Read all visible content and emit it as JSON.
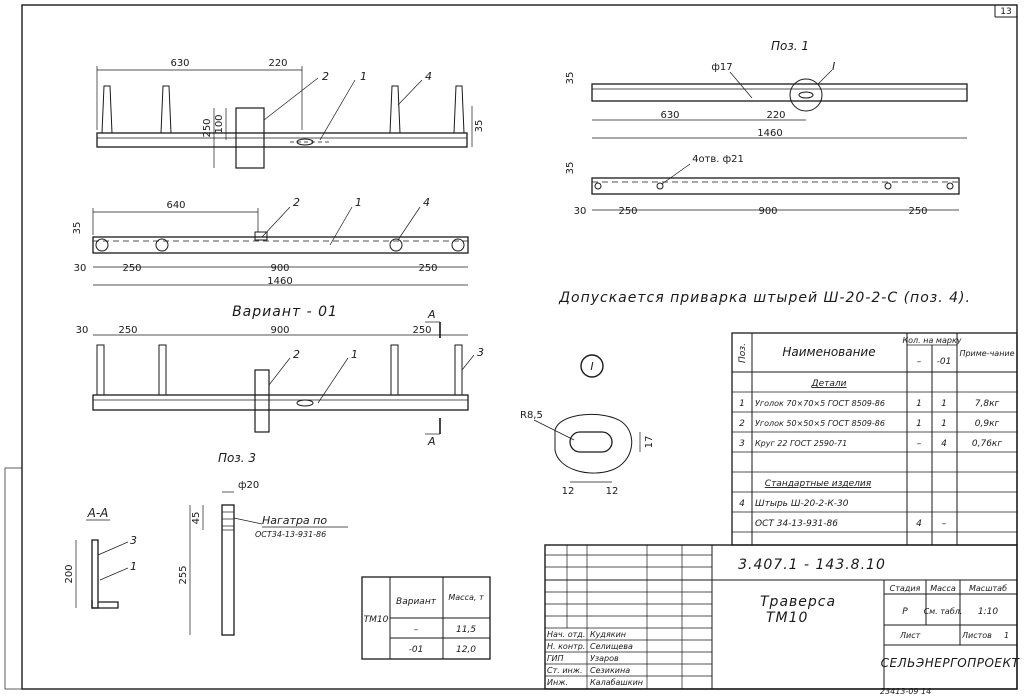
{
  "page_number": "13",
  "bottom_stamp": "23413-09   14",
  "views": {
    "front": {
      "dims": {
        "d1": "630",
        "d2": "220",
        "d3": "250",
        "d4": "100",
        "d5": "35"
      },
      "callouts": {
        "c1": "2",
        "c2": "1",
        "c3": "4"
      }
    },
    "plan": {
      "dims": {
        "d1": "640",
        "d2": "35",
        "d3": "30",
        "d4": "250",
        "d5": "900",
        "d6": "250",
        "d7": "1460"
      },
      "callouts": {
        "c1": "2",
        "c2": "1",
        "c3": "4"
      }
    },
    "variant": {
      "title": "Вариант - 01",
      "dims": {
        "d1": "30",
        "d2": "250",
        "d3": "900",
        "d4": "250"
      },
      "callouts": {
        "c1": "2",
        "c2": "1",
        "c3": "3"
      },
      "section_mark": "А"
    },
    "pos1": {
      "title": "Поз. 1",
      "dims": {
        "d1": "35",
        "d2": "ф17",
        "d3": "630",
        "d4": "220",
        "d5": "1460",
        "d6": "35",
        "d7": "4отв. ф21",
        "d8": "30",
        "d9": "250",
        "d10": "900",
        "d11": "250"
      },
      "detail_mark": "I"
    },
    "pos3": {
      "title": "Поз. 3",
      "dims": {
        "d1": "ф20",
        "d2": "45",
        "d3": "255"
      },
      "thread_note": "Нагатра по",
      "thread_std": "ОСТ34-13-931-86"
    },
    "section": {
      "title": "А-А",
      "dims": {
        "d1": "200"
      },
      "callouts": {
        "c1": "3",
        "c2": "1"
      }
    },
    "detail": {
      "mark": "I",
      "dims": {
        "d1": "R8,5",
        "d2": "17",
        "d3": "12",
        "d4": "12"
      }
    }
  },
  "note": "Допускается приварка штырей Ш-20-2-С (поз. 4).",
  "spec": {
    "headers": {
      "pos": "Поз.",
      "name": "Наименование",
      "qty": "Кол. на марку",
      "dash": "–",
      "v01": "-01",
      "remark": "Приме-чание"
    },
    "section1": "Детали",
    "section2": "Стандартные изделия",
    "rows": [
      {
        "pos": "1",
        "name": "Уголок 70×70×5 ГОСТ 8509-86",
        "q": "1",
        "q01": "1",
        "rem": "7,8кг"
      },
      {
        "pos": "2",
        "name": "Уголок 50×50×5 ГОСТ 8509-86",
        "q": "1",
        "q01": "1",
        "rem": "0,9кг"
      },
      {
        "pos": "3",
        "name": "Круг 22 ГОСТ 2590-71",
        "q": "–",
        "q01": "4",
        "rem": "0,76кг"
      }
    ],
    "std_rows": [
      {
        "pos": "4",
        "name": "Штырь Ш-20-2-К-30",
        "q": "",
        "q01": "",
        "rem": ""
      },
      {
        "pos": "",
        "name": "ОСТ 34-13-931-86",
        "q": "4",
        "q01": "–",
        "rem": ""
      }
    ]
  },
  "mass_table": {
    "mark": "ТМ10",
    "headers": {
      "variant": "Вариант",
      "mass": "Масса, т"
    },
    "rows": [
      {
        "variant": "–",
        "mass": "11,5"
      },
      {
        "variant": "-01",
        "mass": "12,0"
      }
    ]
  },
  "title_block": {
    "doc_code": "3.407.1 - 143.8.10",
    "name_line1": "Траверса",
    "name_line2": "ТМ10",
    "h_stage": "Стадия",
    "h_mass": "Масса",
    "h_scale": "Масштаб",
    "stage": "Р",
    "mass": "См. табл.",
    "scale": "1:10",
    "sheet_label": "Лист",
    "sheets_label": "Листов",
    "sheets_value": "1",
    "org": "СЕЛЬЭНЕРГОПРОЕКТ",
    "signers": [
      {
        "role": "Нач. отд.",
        "name": "Кудякин"
      },
      {
        "role": "Н. контр.",
        "name": "Селищева"
      },
      {
        "role": "ГИП",
        "name": "Узаров"
      },
      {
        "role": "Ст. инж.",
        "name": "Сезикина"
      },
      {
        "role": "Инж.",
        "name": "Калабашкин"
      }
    ]
  }
}
